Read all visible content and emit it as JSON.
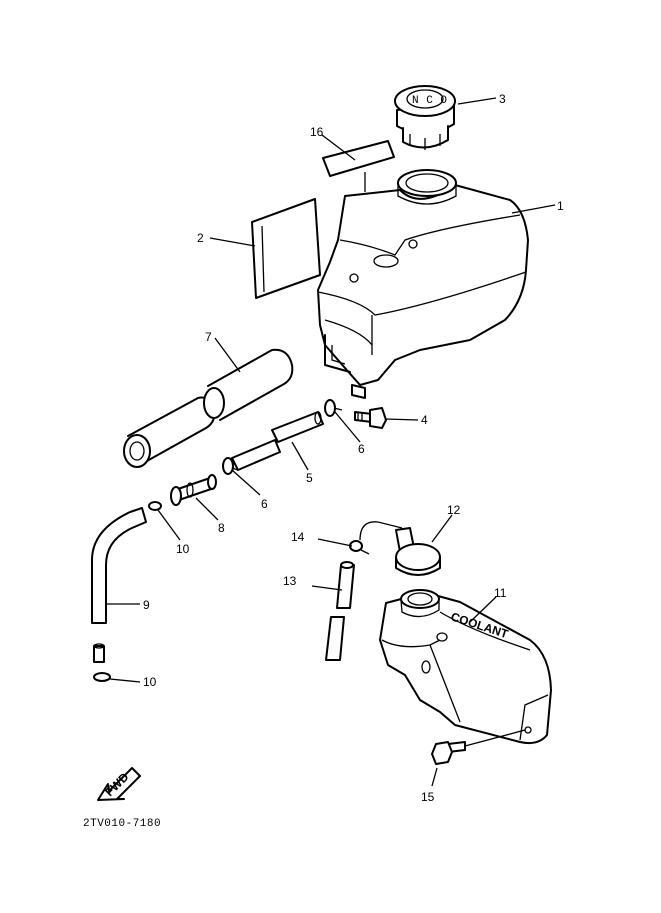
{
  "diagram": {
    "code": "2TV010-7180",
    "direction": "FWD",
    "coolant_text": "COOLANT",
    "callouts": [
      "1",
      "2",
      "3",
      "4",
      "5",
      "6",
      "6",
      "7",
      "8",
      "9",
      "10",
      "10",
      "11",
      "12",
      "13",
      "14",
      "15",
      "16"
    ]
  }
}
